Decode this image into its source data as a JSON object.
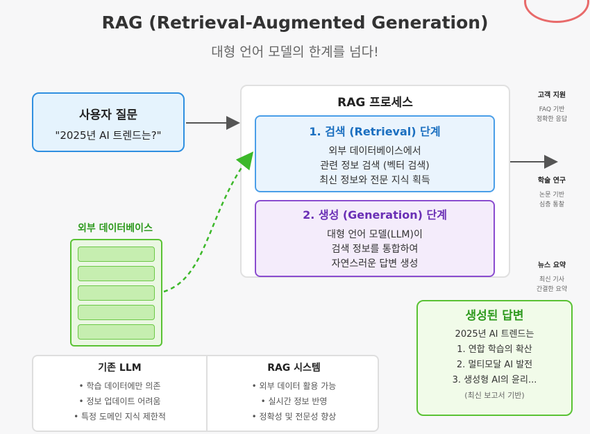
{
  "header": {
    "title": "RAG (Retrieval-Augmented Generation)",
    "subtitle": "대형 언어 모델의 한계를 넘다!"
  },
  "question": {
    "heading": "사용자 질문",
    "text": "\"2025년 AI 트렌드는?\""
  },
  "rag_process": {
    "title": "RAG 프로세스",
    "step1": {
      "heading": "1. 검색 (Retrieval) 단계",
      "lines": [
        "외부 데이터베이스에서",
        "관련 정보 검색 (벡터 검색)",
        "최신 정보와 전문 지식 획득"
      ]
    },
    "step2": {
      "heading": "2. 생성 (Generation) 단계",
      "lines": [
        "대형 언어 모델(LLM)이",
        "검색 정보를 통합하여",
        "자연스러운 답변 생성"
      ]
    }
  },
  "use_cases": [
    {
      "heading": "고객 지원",
      "lines": [
        "FAQ 기반",
        "정확한 응답"
      ]
    },
    {
      "heading": "학술 연구",
      "lines": [
        "논문 기반",
        "심층 통찰"
      ]
    },
    {
      "heading": "뉴스 요약",
      "lines": [
        "최신 기사",
        "간결한 요약"
      ]
    }
  ],
  "database": {
    "label": "외부 데이터베이스"
  },
  "answer": {
    "heading": "생성된 답변",
    "lines": [
      "2025년 AI 트렌드는",
      "1. 연합 학습의 확산",
      "2. 멀티모달 AI 발전",
      "3. 생성형 AI의 윤리..."
    ],
    "note": "(최신 보고서 기반)"
  },
  "comparison": {
    "left": {
      "heading": "기존 LLM",
      "lines": [
        "• 학습 데이터에만 의존",
        "• 정보 업데이트 어려움",
        "• 특정 도메인 지식 제한적"
      ]
    },
    "right": {
      "heading": "RAG 시스템",
      "lines": [
        "• 외부 데이터 활용 가능",
        "• 실시간 정보 반영",
        "• 정확성 및 전문성 향상"
      ]
    }
  },
  "colors": {
    "blue": "#2f8fe0",
    "purple": "#8a4ccf",
    "green": "#5ac234",
    "accent_red": "#e86a6a"
  }
}
